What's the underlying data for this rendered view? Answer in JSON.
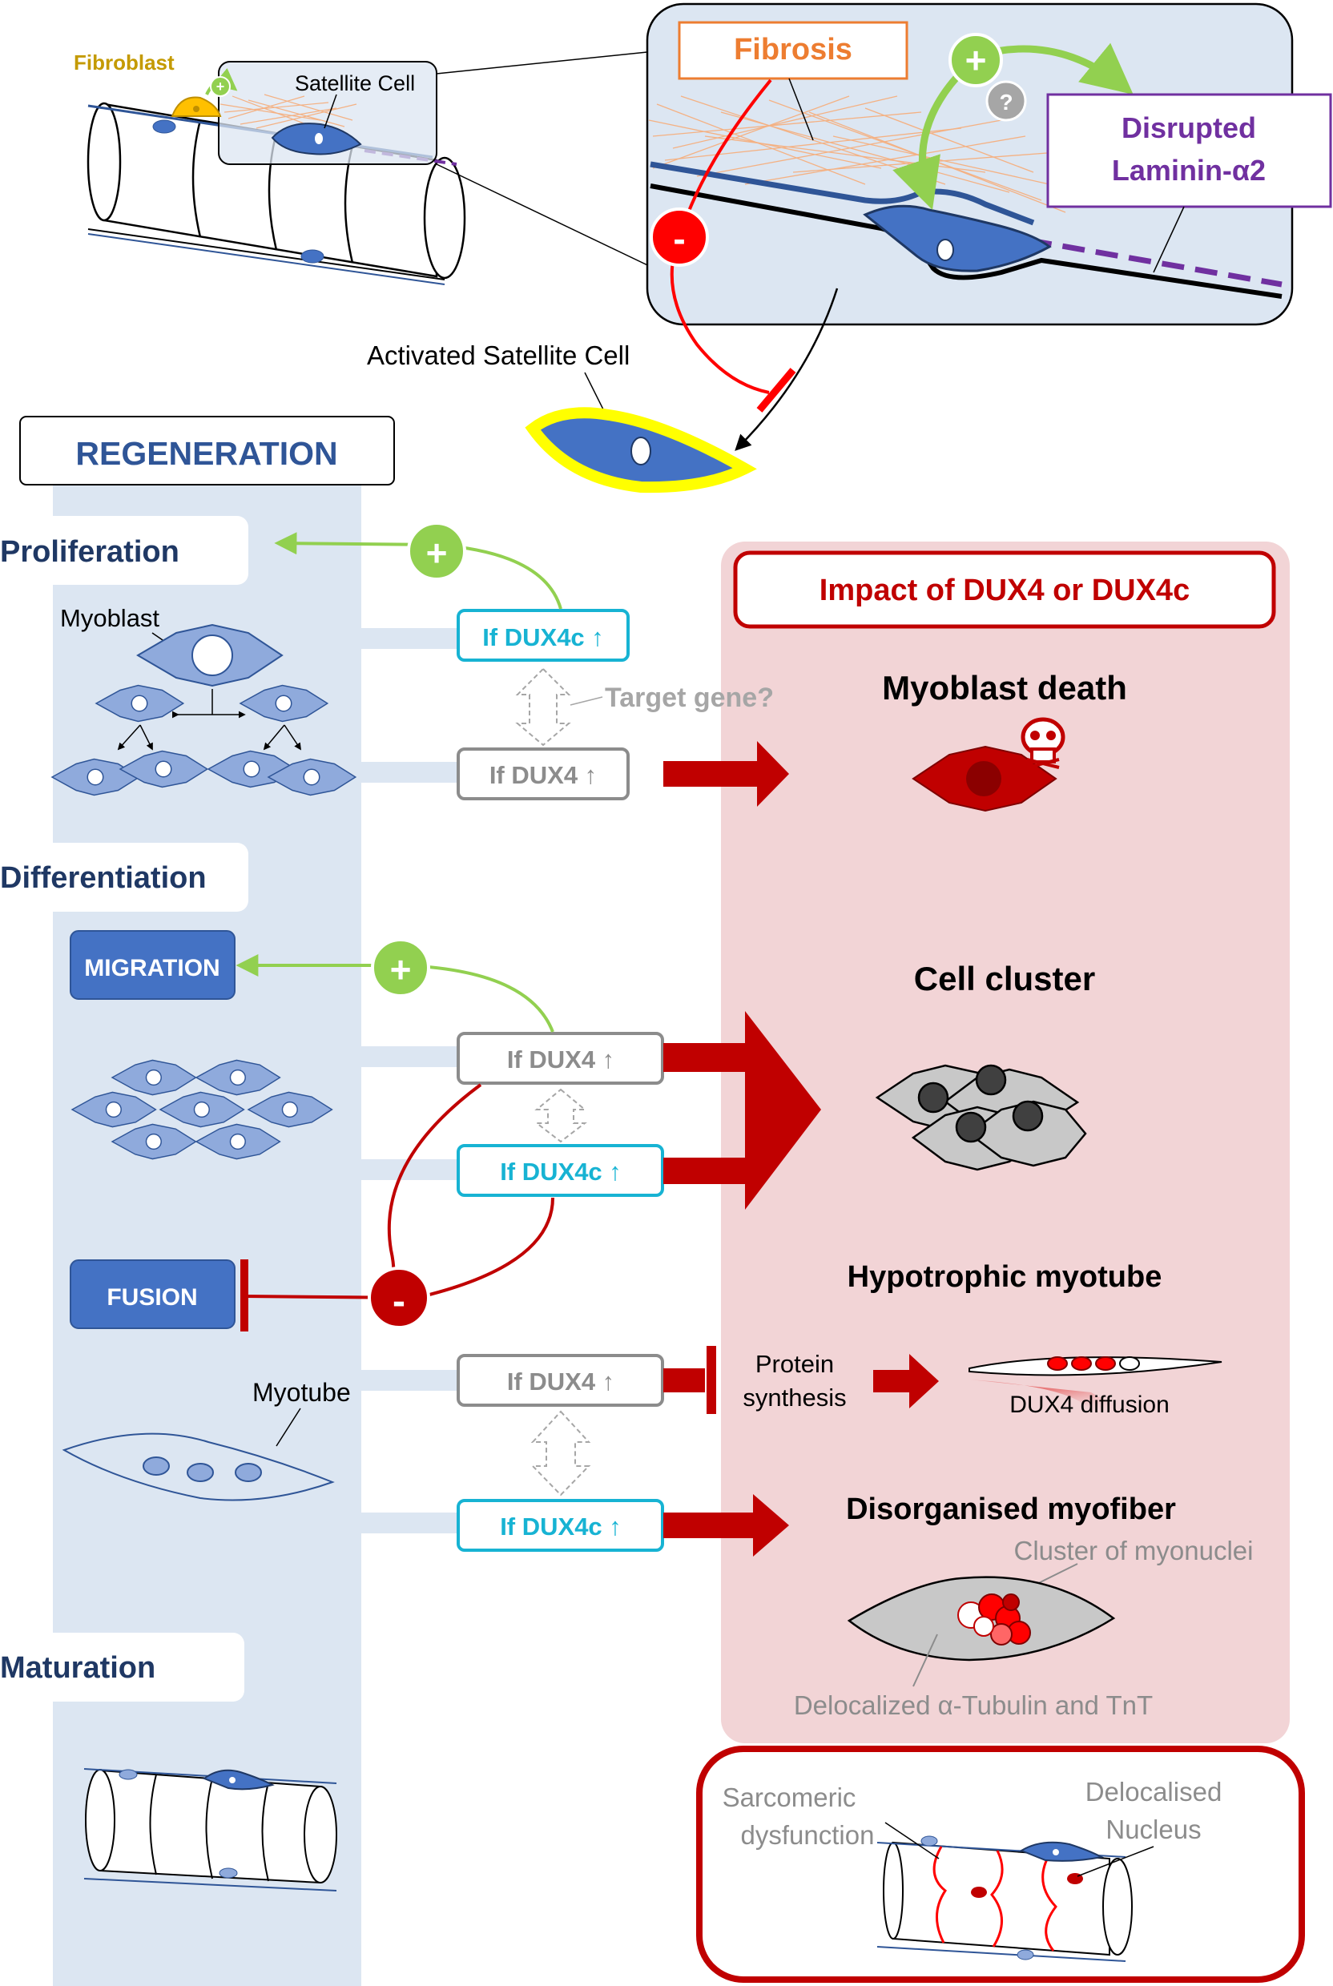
{
  "top": {
    "fibroblast": "Fibroblast",
    "satellite_cell": "Satellite Cell",
    "fibrosis": "Fibrosis",
    "disrupted_line1": "Disrupted",
    "disrupted_line2": "Laminin-α2",
    "plus": "+",
    "minus": "-",
    "question": "?",
    "activated_satellite_cell": "Activated Satellite Cell"
  },
  "regeneration": {
    "title": "REGENERATION",
    "proliferation": "Proliferation",
    "myoblast": "Myoblast",
    "differentiation": "Differentiation",
    "migration": "MIGRATION",
    "fusion": "FUSION",
    "myotube": "Myotube",
    "maturation": "Maturation"
  },
  "conditions": {
    "dux4c_up_1": "If DUX4c ↑",
    "dux4_up_1": "If DUX4 ↑",
    "target_gene": "Target gene?",
    "dux4_up_2": "If DUX4 ↑",
    "dux4c_up_2": "If DUX4c ↑",
    "dux4_up_3": "If DUX4 ↑",
    "dux4c_up_3": "If DUX4c ↑"
  },
  "impact": {
    "title": "Impact of DUX4 or DUX4c",
    "myoblast_death": "Myoblast death",
    "cell_cluster": "Cell cluster",
    "hypotrophic_myotube": "Hypotrophic myotube",
    "protein_line1": "Protein",
    "protein_line2": "synthesis",
    "dux4_diffusion": "DUX4 diffusion",
    "disorganised_myofiber": "Disorganised myofiber",
    "cluster_of_myonuclei": "Cluster of myonuclei",
    "delocalized": "Delocalized α-Tubulin and TnT",
    "sarcomeric_line1": "Sarcomeric",
    "sarcomeric_line2": "dysfunction",
    "delocalised_line1": "Delocalised",
    "delocalised_line2": "Nucleus"
  },
  "colors": {
    "navy": "#1f3864",
    "blue_panel": "#dce6f2",
    "pink_panel": "#f2d4d6",
    "dark_red": "#c00000",
    "cyan": "#17b3d3",
    "gray": "#8c8c8c",
    "green": "#92d050",
    "orange": "#f4b183",
    "purple": "#7030a0",
    "cell_blue": "#8faadc",
    "deep_blue": "#4472c4"
  },
  "icons": [
    "skull-icon",
    "plus-circle-icon",
    "minus-circle-icon",
    "question-circle-icon",
    "up-arrow-icon"
  ]
}
